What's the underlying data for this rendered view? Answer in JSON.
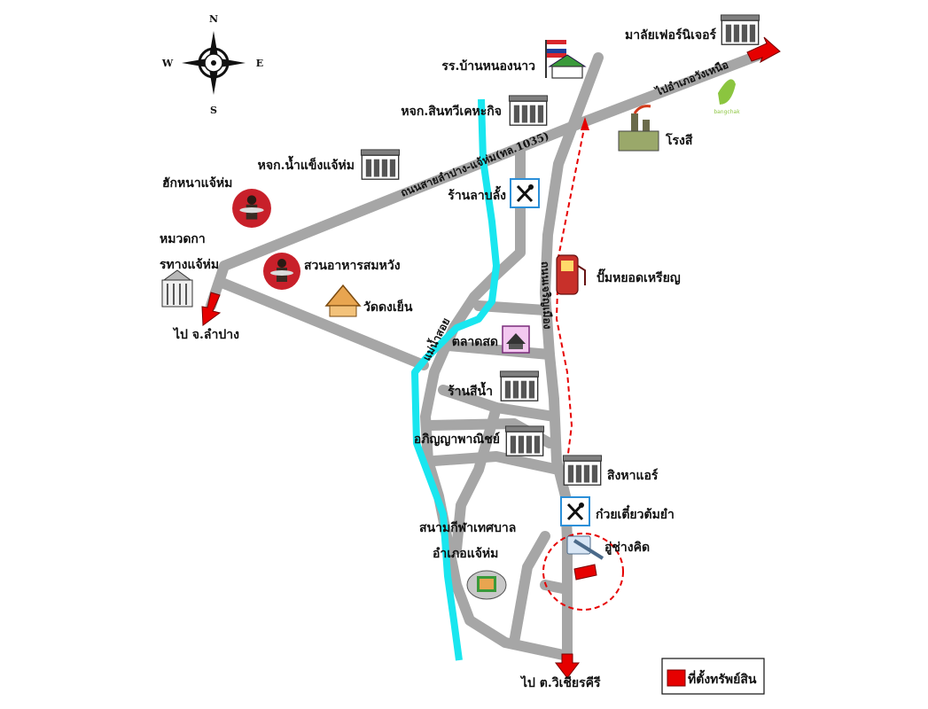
{
  "compass": {
    "n": "N",
    "s": "S",
    "e": "E",
    "w": "W"
  },
  "roads": {
    "highway_1035": "ถนนสายลำปาง-แจ้ห่ม(ทล.1035)",
    "to_wang_nuea": "ไปอำเภอวังเหนือ",
    "local_road": "ถนนเจริญเมือง",
    "river": "แม่น้ำสอย",
    "to_lampang": "ไป จ.ลำปาง",
    "to_chai_khiri": "ไป ต.วิเชียรคีรี"
  },
  "places": {
    "furniture": "มาลัยเฟอร์นิเจอร์",
    "school": "รร.บ้านหนองนาว",
    "shop_sinthawi": "หจก.สินทวีเคหะกิจ",
    "ice_shop": "หจก.น้ำแข็งแจ้ห่ม",
    "restaurant_top": "ฮักหนาแจ้ห่ม",
    "highway_office": "หมวดการทางแจ้ห่ม",
    "laab_shop": "ร้านลาบลั้ง",
    "garden_restaurant": "สวนอาหารสมหวัง",
    "temple": "วัดดงเย็น",
    "factory": "โรงสี",
    "gas_station": "ปั๊มหยอดเหรียญ",
    "market": "ตลาดสด",
    "paint_shop": "ร้านสีน้ำ",
    "commerce": "อภิญญาพาณิชย์",
    "singha_air": "สิงหาแอร์",
    "noodle_shop": "ก๋วยเตี๋ยวต้มยำ",
    "garage": "อู่ช่างคิด",
    "stadium_1": "สนามกีฬาเทศบาล",
    "stadium_2": "อำเภอแจ้ห่ม",
    "bangchak": "bangchak"
  },
  "legend": {
    "label": "ที่ตั้งทรัพย์สิน",
    "color": "#e60000"
  },
  "colors": {
    "road": "#a6a6a6",
    "river": "#19e6ef",
    "marker": "#e60000",
    "route": "#e60000"
  }
}
